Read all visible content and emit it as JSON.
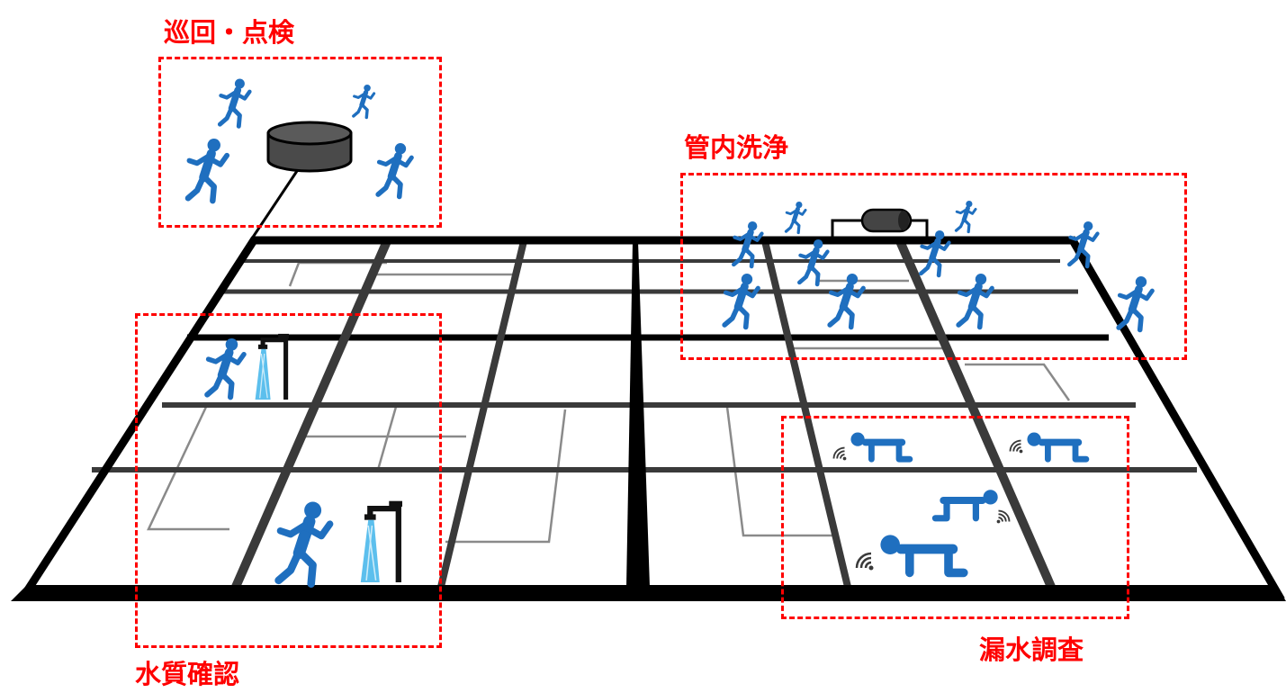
{
  "labels": {
    "patrol": "巡回・点検",
    "flushing": "管内洗浄",
    "water_quality": "水質確認",
    "leak_survey": "漏水調査"
  },
  "colors": {
    "label_red": "#ff0000",
    "person_blue": "#1f6fbf",
    "grid_black": "#000000",
    "grid_gray": "#3a3a3a",
    "minor_line": "#8a8a8a",
    "water": "#3fb4ea",
    "tank": "#4a4a4a"
  },
  "icons": [
    "running-person-icon",
    "crawling-person-icon",
    "faucet-icon",
    "wifi-signal-icon",
    "manhole-tank-icon",
    "pipe-pig-icon"
  ]
}
